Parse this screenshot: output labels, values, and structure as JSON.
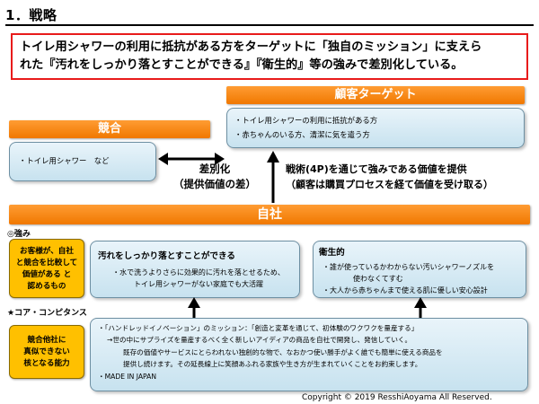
{
  "title": "1．戦略",
  "headline": {
    "line1": "トイレ用シャワーの利用に抵抗がある方をターゲットに「独自のミッション」に支えら",
    "line2": "れた『汚れをしっかり落とすことができる』『衛生的』等の強みで差別化している。"
  },
  "competition": {
    "header": "競合",
    "item": "・トイレ用シャワー　など"
  },
  "target": {
    "header": "顧客ターゲット",
    "items": [
      "・トイレ用シャワーの利用に抵抗がある方",
      "・赤ちゃんのいる方、清潔に気を遣う方"
    ]
  },
  "differentiation": {
    "line1": "差別化",
    "line2": "（提供価値の差）"
  },
  "tactics": {
    "line1": "戦術(4P)を通じて強みである価値を提供",
    "line2": "（顧客は購買プロセスを経て価値を受け取る）"
  },
  "self": {
    "header": "自社"
  },
  "strengths": {
    "label": "◎強み",
    "side_note": [
      "お客様が、自社",
      "と競合を比較して",
      "価値がある と",
      "認めるもの"
    ],
    "items": [
      {
        "title": "汚れをしっかり落とすことができる",
        "body": [
          "・水で洗うよりさらに効果的に汚れを落とせるため、",
          "トイレ用シャワーがない家庭でも大活躍"
        ]
      },
      {
        "title": "衛生的",
        "body": [
          "・誰が使っているかわからない汚いシャワーノズルを",
          "使わなくてすむ",
          "・大人から赤ちゃんまで使える肌に優しい安心設計"
        ]
      }
    ]
  },
  "core_competence": {
    "label": "★コア・コンピタンス",
    "side_note": [
      "競合他社に",
      "真似できない",
      "核となる能力"
    ],
    "lines": [
      "・「ハンドレッドイノベーション」のミッション：「創造と変革を通じて、初体験のワクワクを量産する」",
      "→世の中にサプライズを量産するべく全く新しいアイディアの商品を自社で開発し、発信していく。",
      "既存の価値やサービスにとらわれない独創的な物で、なおかつ使い勝手がよく誰でも簡単に使える商品を",
      "提供し続けます。その延長線上に笑顔あふれる家族や生き方が生まれていくことをお約束します。",
      "・MADE IN JAPAN"
    ]
  },
  "copyright": "Copyright ©  2019 ResshiAoyama All  Reserved."
}
